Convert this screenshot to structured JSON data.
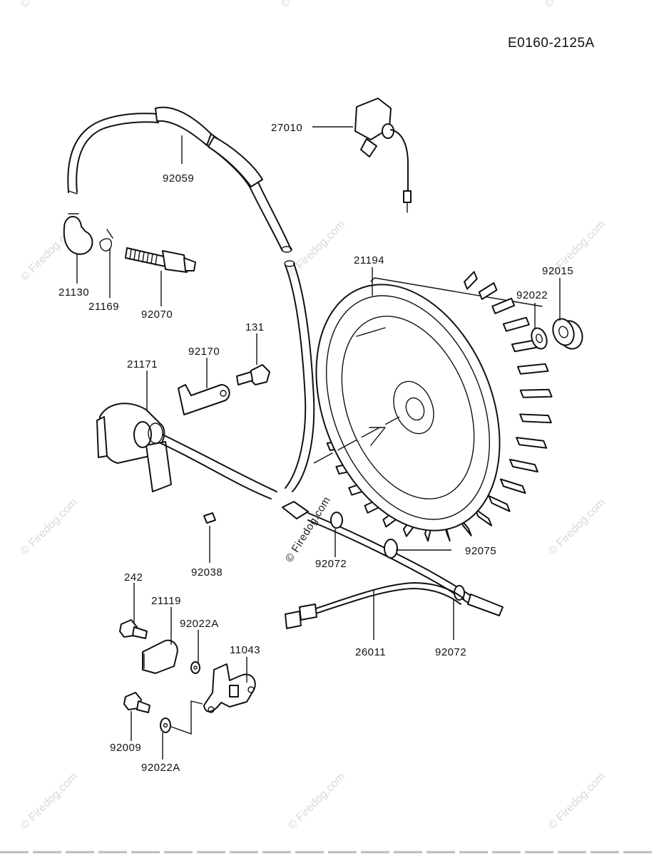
{
  "drawing_code": "E0160-2125A",
  "watermark": "© Firedog.com",
  "parts": {
    "p27010": "27010",
    "p92059": "92059",
    "p21130": "21130",
    "p21169": "21169",
    "p92070": "92070",
    "p21194": "21194",
    "p92015": "92015",
    "p92022": "92022",
    "p131": "131",
    "p92170": "92170",
    "p21171": "21171",
    "p92038": "92038",
    "p92072a": "92072",
    "p92075": "92075",
    "p242": "242",
    "p21119": "21119",
    "p92022A_top": "92022A",
    "p11043": "11043",
    "p26011": "26011",
    "p92072b": "92072",
    "p92009": "92009",
    "p92022A_bottom": "92022A"
  }
}
